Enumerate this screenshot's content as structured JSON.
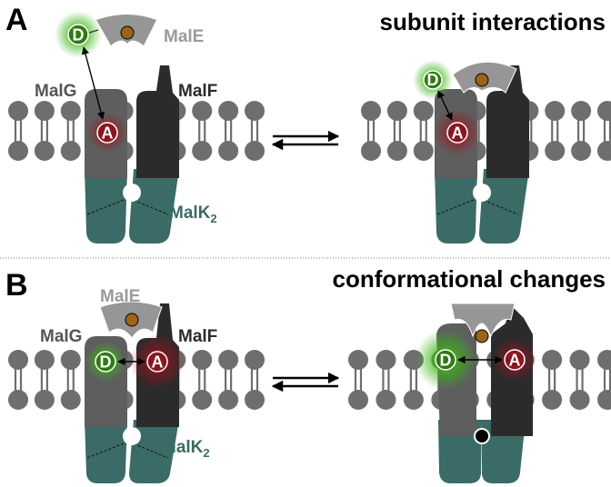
{
  "panels": [
    {
      "letter": "A",
      "title": "subunit interactions"
    },
    {
      "letter": "B",
      "title": "conformational changes"
    }
  ],
  "labels": {
    "male": "MalE",
    "malg": "MalG",
    "malf": "MalF",
    "malk": "MalK",
    "malk_sub": "2"
  },
  "dyes": {
    "donor": "D",
    "acceptor": "A"
  },
  "colors": {
    "malg": "#5e5e5e",
    "malf": "#2b2b2b",
    "malk": "#3b6b66",
    "male": "#969696",
    "maltose": "#9c6418",
    "lipid": "#6e6e6e",
    "donor": "#2f7a12",
    "acceptor": "#8a1620",
    "label_gray": "#555555",
    "label_light": "#9a9a9a"
  }
}
